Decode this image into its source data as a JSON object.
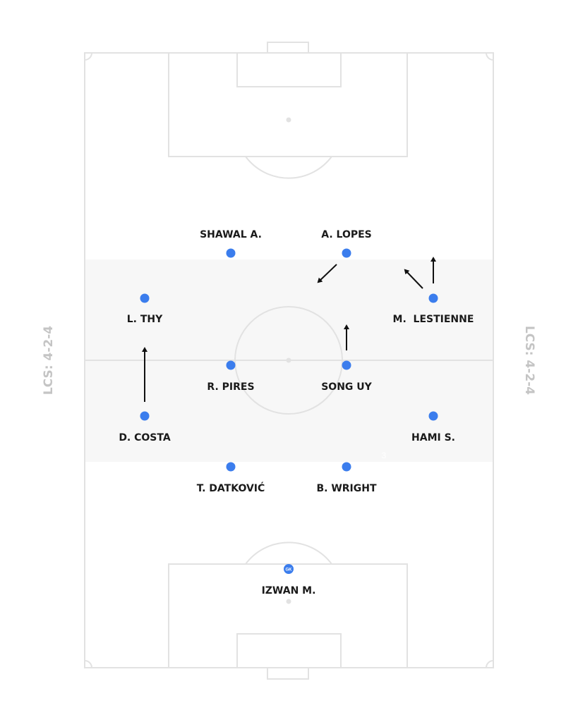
{
  "formation_label_left": "LCS: 4-2-4",
  "formation_label_right": "LCS: 4-2-4",
  "colors": {
    "player": "#3b7ded",
    "pitch_line": "#e2e2e2",
    "band": "#f7f7f7"
  },
  "players": [
    {
      "name": "SHAWAL A."
    },
    {
      "name": "A. LOPES"
    },
    {
      "name": "L. THY"
    },
    {
      "name": "M.  LESTIENNE"
    },
    {
      "name": "R. PIRES"
    },
    {
      "name": "SONG UY"
    },
    {
      "name": "D. COSTA"
    },
    {
      "name": "HAMI S."
    },
    {
      "name": "T. DATKOVIĆ"
    },
    {
      "name": "B. WRIGHT"
    },
    {
      "name": "IZWAN M.",
      "badge": "GK"
    }
  ],
  "faint_marker": "3"
}
